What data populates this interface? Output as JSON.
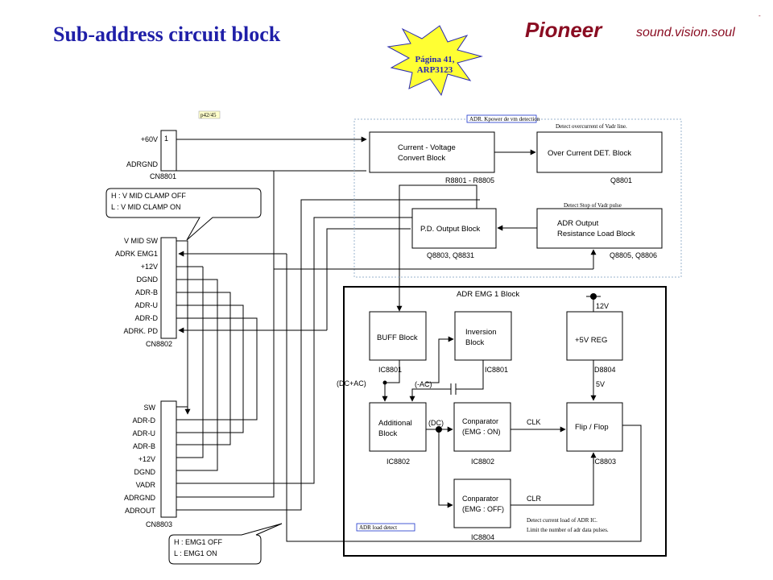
{
  "header": {
    "title": "Sub-address circuit block",
    "brand": "Pioneer",
    "slogan": "sound.vision.soul",
    "star_line1": "Página 41,",
    "star_line2": "ARP3123"
  },
  "connectors": {
    "cn8801": {
      "name": "CN8801",
      "pin_number": "1",
      "pins": [
        "+60V",
        "ADRGND"
      ]
    },
    "cn8802": {
      "name": "CN8802",
      "pins": [
        "V MID SW",
        "ADRK EMG1",
        "+12V",
        "DGND",
        "ADR-B",
        "ADR-U",
        "ADR-D",
        "ADRK. PD"
      ]
    },
    "cn8803": {
      "name": "CN8803",
      "pins": [
        "SW",
        "ADR-D",
        "ADR-U",
        "ADR-B",
        "+12V",
        "DGND",
        "VADR",
        "ADRGND",
        "ADROUT"
      ]
    }
  },
  "notes": {
    "page_ref": "p42/45",
    "clamp_line1": "H : V MID CLAMP OFF",
    "clamp_line2": "L : V MID CLAMP ON",
    "emg1_line1": "H : EMG1 OFF",
    "emg1_line2": "L : EMG1 ON",
    "adr_power_detect": "ADR. Kpower de vm detection",
    "detect_overcurrent": "Detect overcurrent of Vadr line.",
    "detect_stop": "Detect Stop of Vadr pulse",
    "adr_load_detect": "ADR load detect",
    "detect_load_line1": "Detect current load of ADR IC.",
    "detect_load_line2": "Limit the number of adr data pulses."
  },
  "blocks": {
    "cv": {
      "line1": "Current - Voltage",
      "line2": "Convert Block",
      "ref": "R8801 - R8805"
    },
    "oc": {
      "label": "Over Current DET. Block",
      "ref": "Q8801"
    },
    "pd": {
      "label": "P.D. Output Block",
      "ref": "Q8803, Q8831"
    },
    "adr_out": {
      "line1": "ADR Output",
      "line2": "Resistance Load Block",
      "ref": "Q8805, Q8806"
    },
    "emg_title": "ADR EMG 1 Block",
    "buff": {
      "label": "BUFF Block",
      "ref": "IC8801"
    },
    "inv": {
      "line1": "Inversion",
      "line2": "Block",
      "ref": "IC8801"
    },
    "reg": {
      "label": "+5V REG",
      "ref": "D8804"
    },
    "add": {
      "line1": "Additional",
      "line2": "Block",
      "ref": "IC8802"
    },
    "comp_on": {
      "line1": "Conparator",
      "line2": "(EMG : ON)",
      "ref": "IC8802"
    },
    "flip": {
      "label": "Flip / Flop",
      "ref": "IC8803"
    },
    "comp_off": {
      "line1": "Conparator",
      "line2": "(EMG : OFF)",
      "ref": "IC8804"
    }
  },
  "signals": {
    "v12": "12V",
    "v5": "5V",
    "dc_ac": "(DC+AC)",
    "ac": "(-AC)",
    "dc": "(DC)",
    "clk": "CLK",
    "clr": "CLR"
  },
  "colors": {
    "title": "#1f1fa8",
    "brand": "#8a0d22",
    "star_fill": "#ffff33",
    "star_text": "#2a2ab0",
    "dotted_box": "#99b3cc",
    "note_box": "#1a33cc"
  }
}
